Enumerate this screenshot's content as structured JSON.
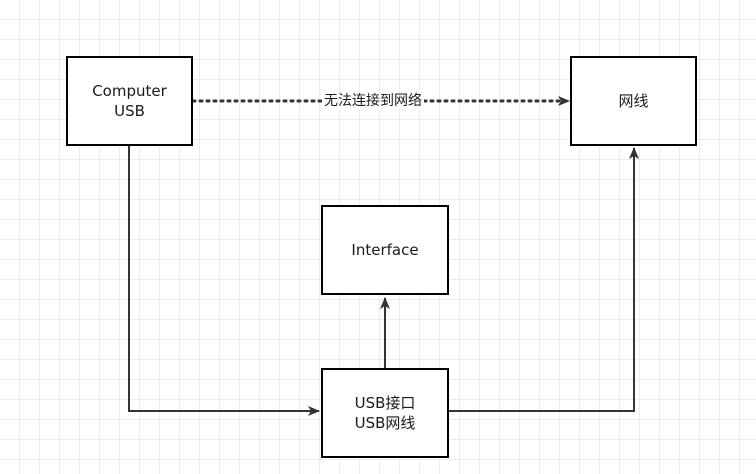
{
  "nodes": {
    "computer": {
      "line1": "Computer",
      "line2": "USB"
    },
    "network_cable": {
      "label": "网线"
    },
    "interface": {
      "label": "Interface"
    },
    "usb_port": {
      "line1": "USB接口",
      "line2": "USB网线"
    }
  },
  "edges": {
    "computer_to_network": {
      "label": "无法连接到网络",
      "style": "dotted"
    }
  },
  "colors": {
    "stroke": "#333333",
    "border": "#000000",
    "grid": "#ededed"
  }
}
